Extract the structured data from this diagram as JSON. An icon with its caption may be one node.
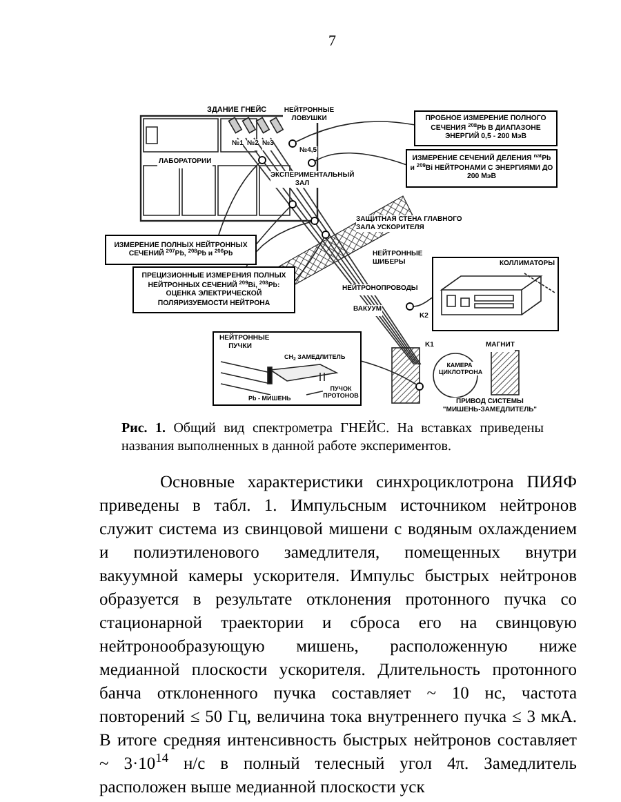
{
  "diagram": {
    "caption": "**Рис. 1.** Общий вид спектрометра ГНЕЙС. На вставках приведены названия выполненных в данной работе экспериментов.",
    "nodes": [
      {
        "text": [
          "ПРОБНОЕ ИЗМЕРЕНИЕ ПОЛНОГО СЕЧЕНИЯ $^{208}$Pb В ДИАПАЗОНЕ ЭНЕРГИЙ 0,5 - 200 МэВ"
        ]
      },
      {
        "text": [
          "ИЗМЕРЕНИЕ СЕЧЕНИЙ ДЕЛЕНИЯ $^{nat}$Pb и $^{209}$Bi НЕЙТРОНАМИ С ЭНЕРГИЯМИ ДО 200 МэВ"
        ]
      },
      {
        "text": [
          "ИЗМЕРЕНИЕ ПОЛНЫХ НЕЙТРОННЫХ СЕЧЕНИЙ $^{207}$Pb, $^{208}$Pb и $^{206}$Pb"
        ]
      },
      {
        "text": [
          "ПРЕЦИЗИОННЫЕ ИЗМЕРЕНИЯ ПОЛНЫХ НЕЙТРОННЫХ СЕЧЕНИЙ $^{209}$Bi, $^{208}$Pb: ОЦЕНКА ЭЛЕКТРИЧЕСКОЙ ПОЛЯРИЗУЕМОСТИ НЕЙТРОНА"
        ]
      },
      {
        "text": [
          "КОЛЛИМАТОРЫ"
        ]
      },
      {
        "text": [
          "НЕЙТРОННЫЕ ПУЧКИ"
        ]
      },
      {
        "text": [],
        "shape": "circle"
      },
      {
        "text": [],
        "shape": "circle"
      },
      {
        "text": [],
        "shape": "circle"
      },
      {
        "text": [],
        "shape": "circle"
      },
      {
        "text": [],
        "shape": "circle"
      },
      {
        "text": [],
        "shape": "circle"
      },
      {
        "text": [],
        "shape": "circle"
      },
      {
        "text": [],
        "shape": "circle"
      }
    ],
    "edges": [
      {
        "from": 0,
        "to": 6,
        "arrow": "none"
      },
      {
        "from": 1,
        "to": 7,
        "arrow": "none"
      },
      {
        "from": 2,
        "to": 8,
        "arrow": "none"
      },
      {
        "from": 2,
        "to": 9,
        "arrow": "none"
      },
      {
        "from": 3,
        "to": 10,
        "arrow": "none"
      },
      {
        "from": 3,
        "to": 11,
        "arrow": "none"
      },
      {
        "from": 4,
        "to": 12,
        "arrow": "none"
      },
      {
        "from": 5,
        "to": 13,
        "arrow": "none"
      }
    ],
    "labels": [
      "7",
      "ЗДАНИЕ ГНЕЙС",
      "ЛАБОРАТОРИИ",
      "НЕЙТРОННЫЕ ЛОВУШКИ",
      "№1",
      "№2",
      "№3",
      "№4,5",
      "ЭКСПЕРИМЕНТАЛЬНЫЙ ЗАЛ",
      "ЗАЩИТНАЯ СТЕНА ГЛАВНОГО ЗАЛА УСКОРИТЕЛЯ",
      "НЕЙТРОННЫЕ ШИБЕРЫ",
      "НЕЙТРОНОПРОВОДЫ",
      "ВАКУУМ",
      "K2",
      "K1",
      "МАГНИТ",
      "КАМЕРА ЦИКЛОТРОНА",
      "ПРИВОД СИСТЕМЫ \"МИШЕНЬ-ЗАМЕДЛИТЕЛЬ\"",
      "CH$_{2}$ ЗАМЕДЛИТЕЛЬ",
      "Pb - МИШЕНЬ",
      "ПУЧОК ПРОТОНОВ",
      "Основные характеристики синхроциклотрона ПИЯФ приведены в табл. 1. Импульсным источником нейтронов служит система из свинцовой мишени с водяным охлаждением и полиэтиленового замедлителя, помещенных внутри вакуумной камеры ускорителя. Импульс быстрых нейтронов образуется в результате отклонения протонного пучка со стационарной траектории и сброса его на свинцовую нейтронообразующую мишень, расположенную ниже медианной плоскости ускорителя. Длительность протонного банча отклоненного пучка составляет ~ 10 нс, частота повторений ≤ 50 Гц, величина тока внутреннего пучка ≤ 3 мкА. В итоге средняя интенсивность быстрых нейтронов составляет ~ 3·10$^{14}$ н/с в полный телесный угол 4π. Замедлитель расположен выше медианной плоскости уск"
    ]
  }
}
